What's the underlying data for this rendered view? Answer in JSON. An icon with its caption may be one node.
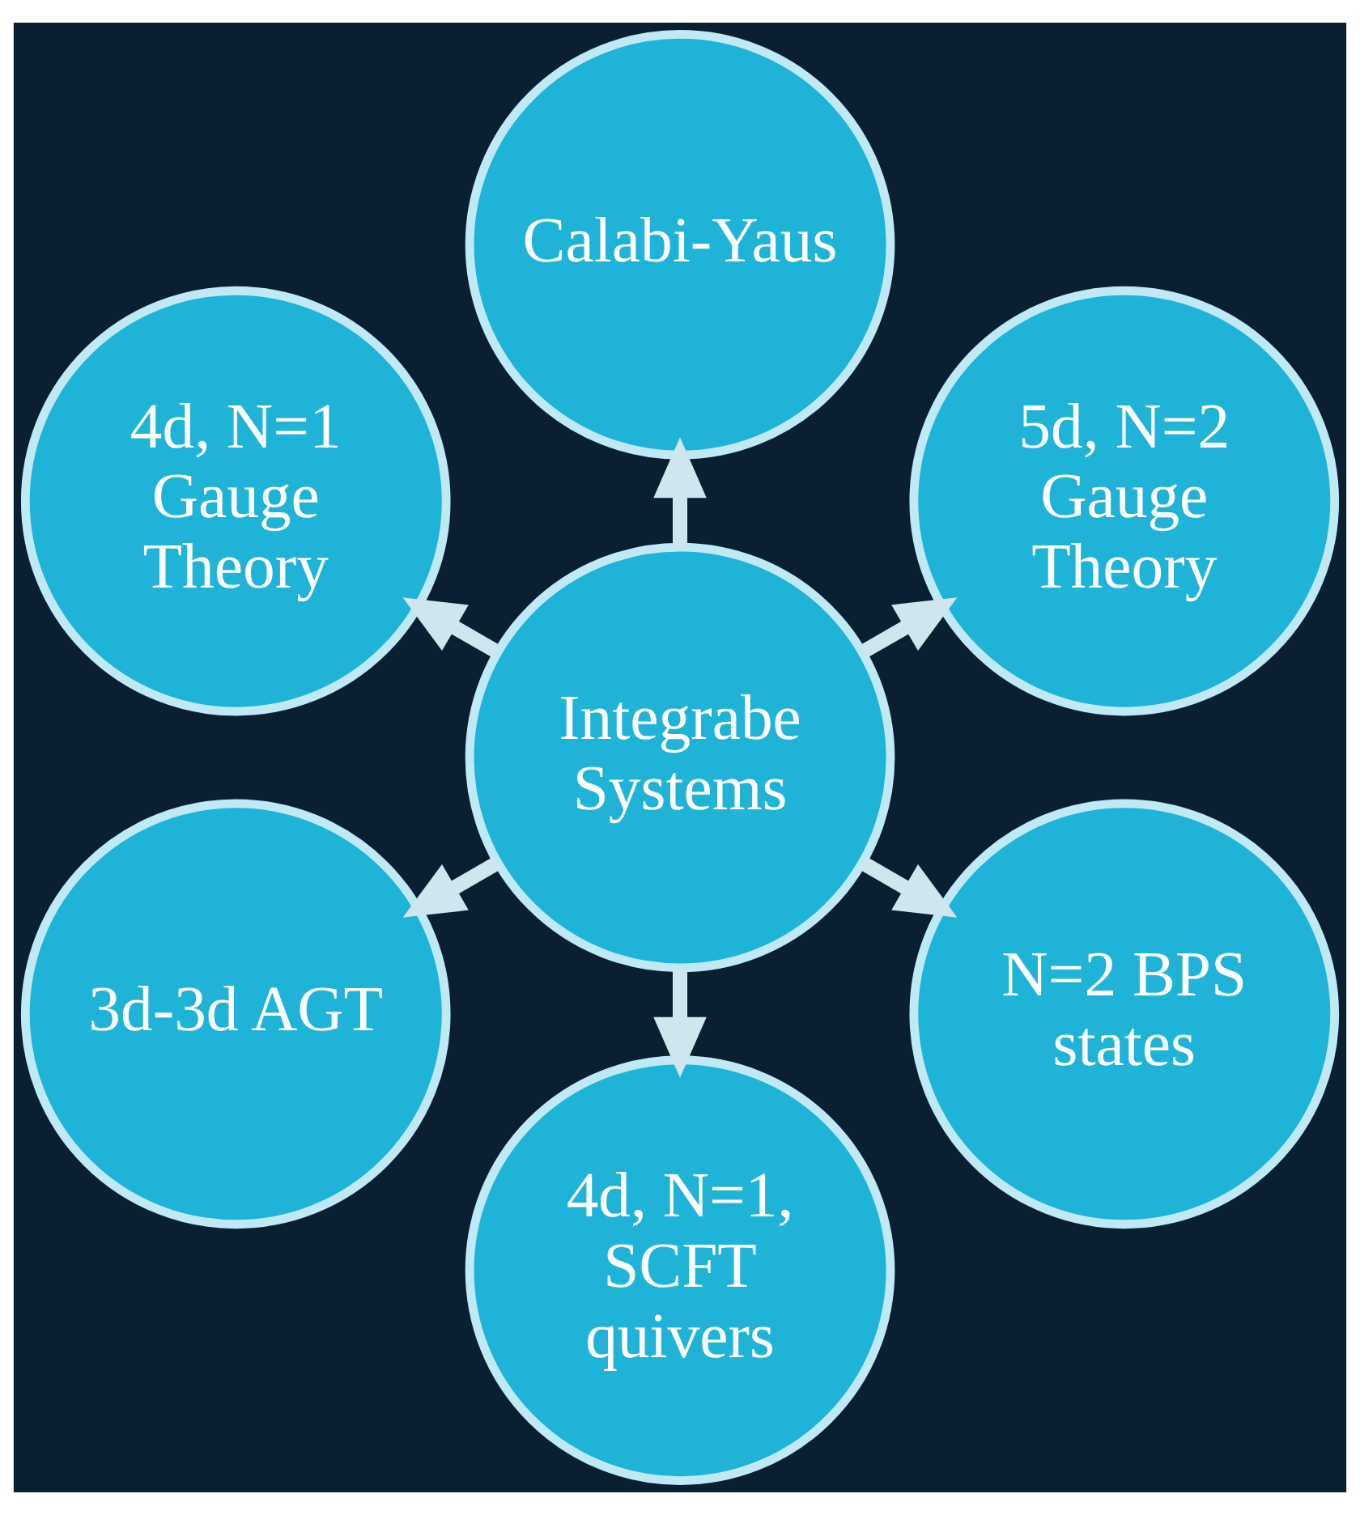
{
  "diagram": {
    "nodes": [
      {
        "text": [
          "5d, N=2 Gauge Theory"
        ]
      },
      {
        "text": [
          "Calabi-Yaus"
        ]
      },
      {
        "text": [
          "4d, N=1 Gauge Theory"
        ]
      },
      {
        "text": [
          "Integrabe Systems"
        ]
      },
      {
        "text": [
          "3d-3d AGT"
        ]
      },
      {
        "text": [
          "4d, N=1, SCFT quivers"
        ]
      },
      {
        "text": [
          "N=2 BPS states"
        ]
      }
    ],
    "edges": [
      {
        "from": 3,
        "to": 0,
        "arrow": "to"
      },
      {
        "from": 3,
        "to": 1,
        "arrow": "to"
      },
      {
        "from": 3,
        "to": 2,
        "arrow": "to"
      },
      {
        "from": 3,
        "to": 4,
        "arrow": "to"
      },
      {
        "from": 3,
        "to": 5,
        "arrow": "to"
      },
      {
        "from": 3,
        "to": 6,
        "arrow": "to"
      }
    ]
  }
}
